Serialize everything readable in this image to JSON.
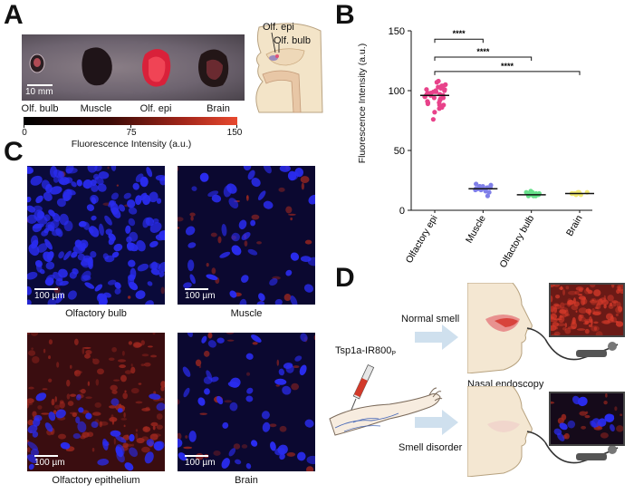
{
  "panels": {
    "a": "A",
    "b": "B",
    "c": "C",
    "d": "D"
  },
  "panel_a": {
    "photo_scale": "10 mm",
    "organs": [
      "Olf. bulb",
      "Muscle",
      "Olf. epi",
      "Brain"
    ],
    "anatomy_labels": {
      "olf_epi": "Olf. epi",
      "olf_bulb": "Olf. bulb"
    },
    "colorbar": {
      "ticks": [
        "0",
        "75",
        "150"
      ],
      "label": "Fluorescence Intensity (a.u.)",
      "low_color": "#000000",
      "high_color": "#e23a2a"
    }
  },
  "chart_data": {
    "type": "scatter",
    "ylabel": "Fluorescence Intensity (a.u.)",
    "xlabel": "",
    "ylim": [
      0,
      150
    ],
    "yticks": [
      0,
      50,
      100,
      150
    ],
    "categories": [
      "Olfactory epi",
      "Muscle",
      "Olfactory bulb",
      "Brain"
    ],
    "colors": [
      "#e8428a",
      "#7f7fe8",
      "#66e08a",
      "#f2ea73"
    ],
    "values": [
      [
        96,
        104,
        101,
        93,
        99,
        88,
        107,
        95,
        90,
        102,
        85,
        98,
        92,
        100,
        105,
        94,
        89,
        97,
        103,
        86,
        91,
        99,
        96,
        82,
        108,
        95,
        100,
        93,
        76,
        97,
        101,
        88,
        94,
        98,
        104,
        90
      ],
      [
        18,
        19,
        20,
        17,
        21,
        18,
        16,
        19,
        20,
        17,
        22,
        18,
        19,
        12,
        15,
        17,
        20,
        18
      ],
      [
        13,
        14,
        12,
        13,
        15,
        14,
        13,
        12,
        14,
        16,
        13,
        14,
        12,
        13,
        15,
        14
      ],
      [
        14,
        14,
        15,
        14,
        13,
        15,
        14,
        14,
        15,
        14,
        13,
        14
      ]
    ],
    "means": [
      96,
      18,
      13,
      14
    ],
    "significance": [
      {
        "from": 0,
        "to": 1,
        "label": "****"
      },
      {
        "from": 0,
        "to": 2,
        "label": "****"
      },
      {
        "from": 0,
        "to": 3,
        "label": "****"
      }
    ]
  },
  "panel_c": {
    "scale": "100 µm",
    "images": [
      {
        "caption": "Olfactory bulb",
        "kind": "dense_blue"
      },
      {
        "caption": "Muscle",
        "kind": "sparse_blue"
      },
      {
        "caption": "Olfactory epithelium",
        "kind": "red"
      },
      {
        "caption": "Brain",
        "kind": "sparse_blue"
      }
    ]
  },
  "panel_d": {
    "probe": "Tsp1a-IR800",
    "probe_sub": "P",
    "normal": "Normal smell",
    "disorder": "Smell disorder",
    "endoscopy": "Nasal endoscopy"
  }
}
